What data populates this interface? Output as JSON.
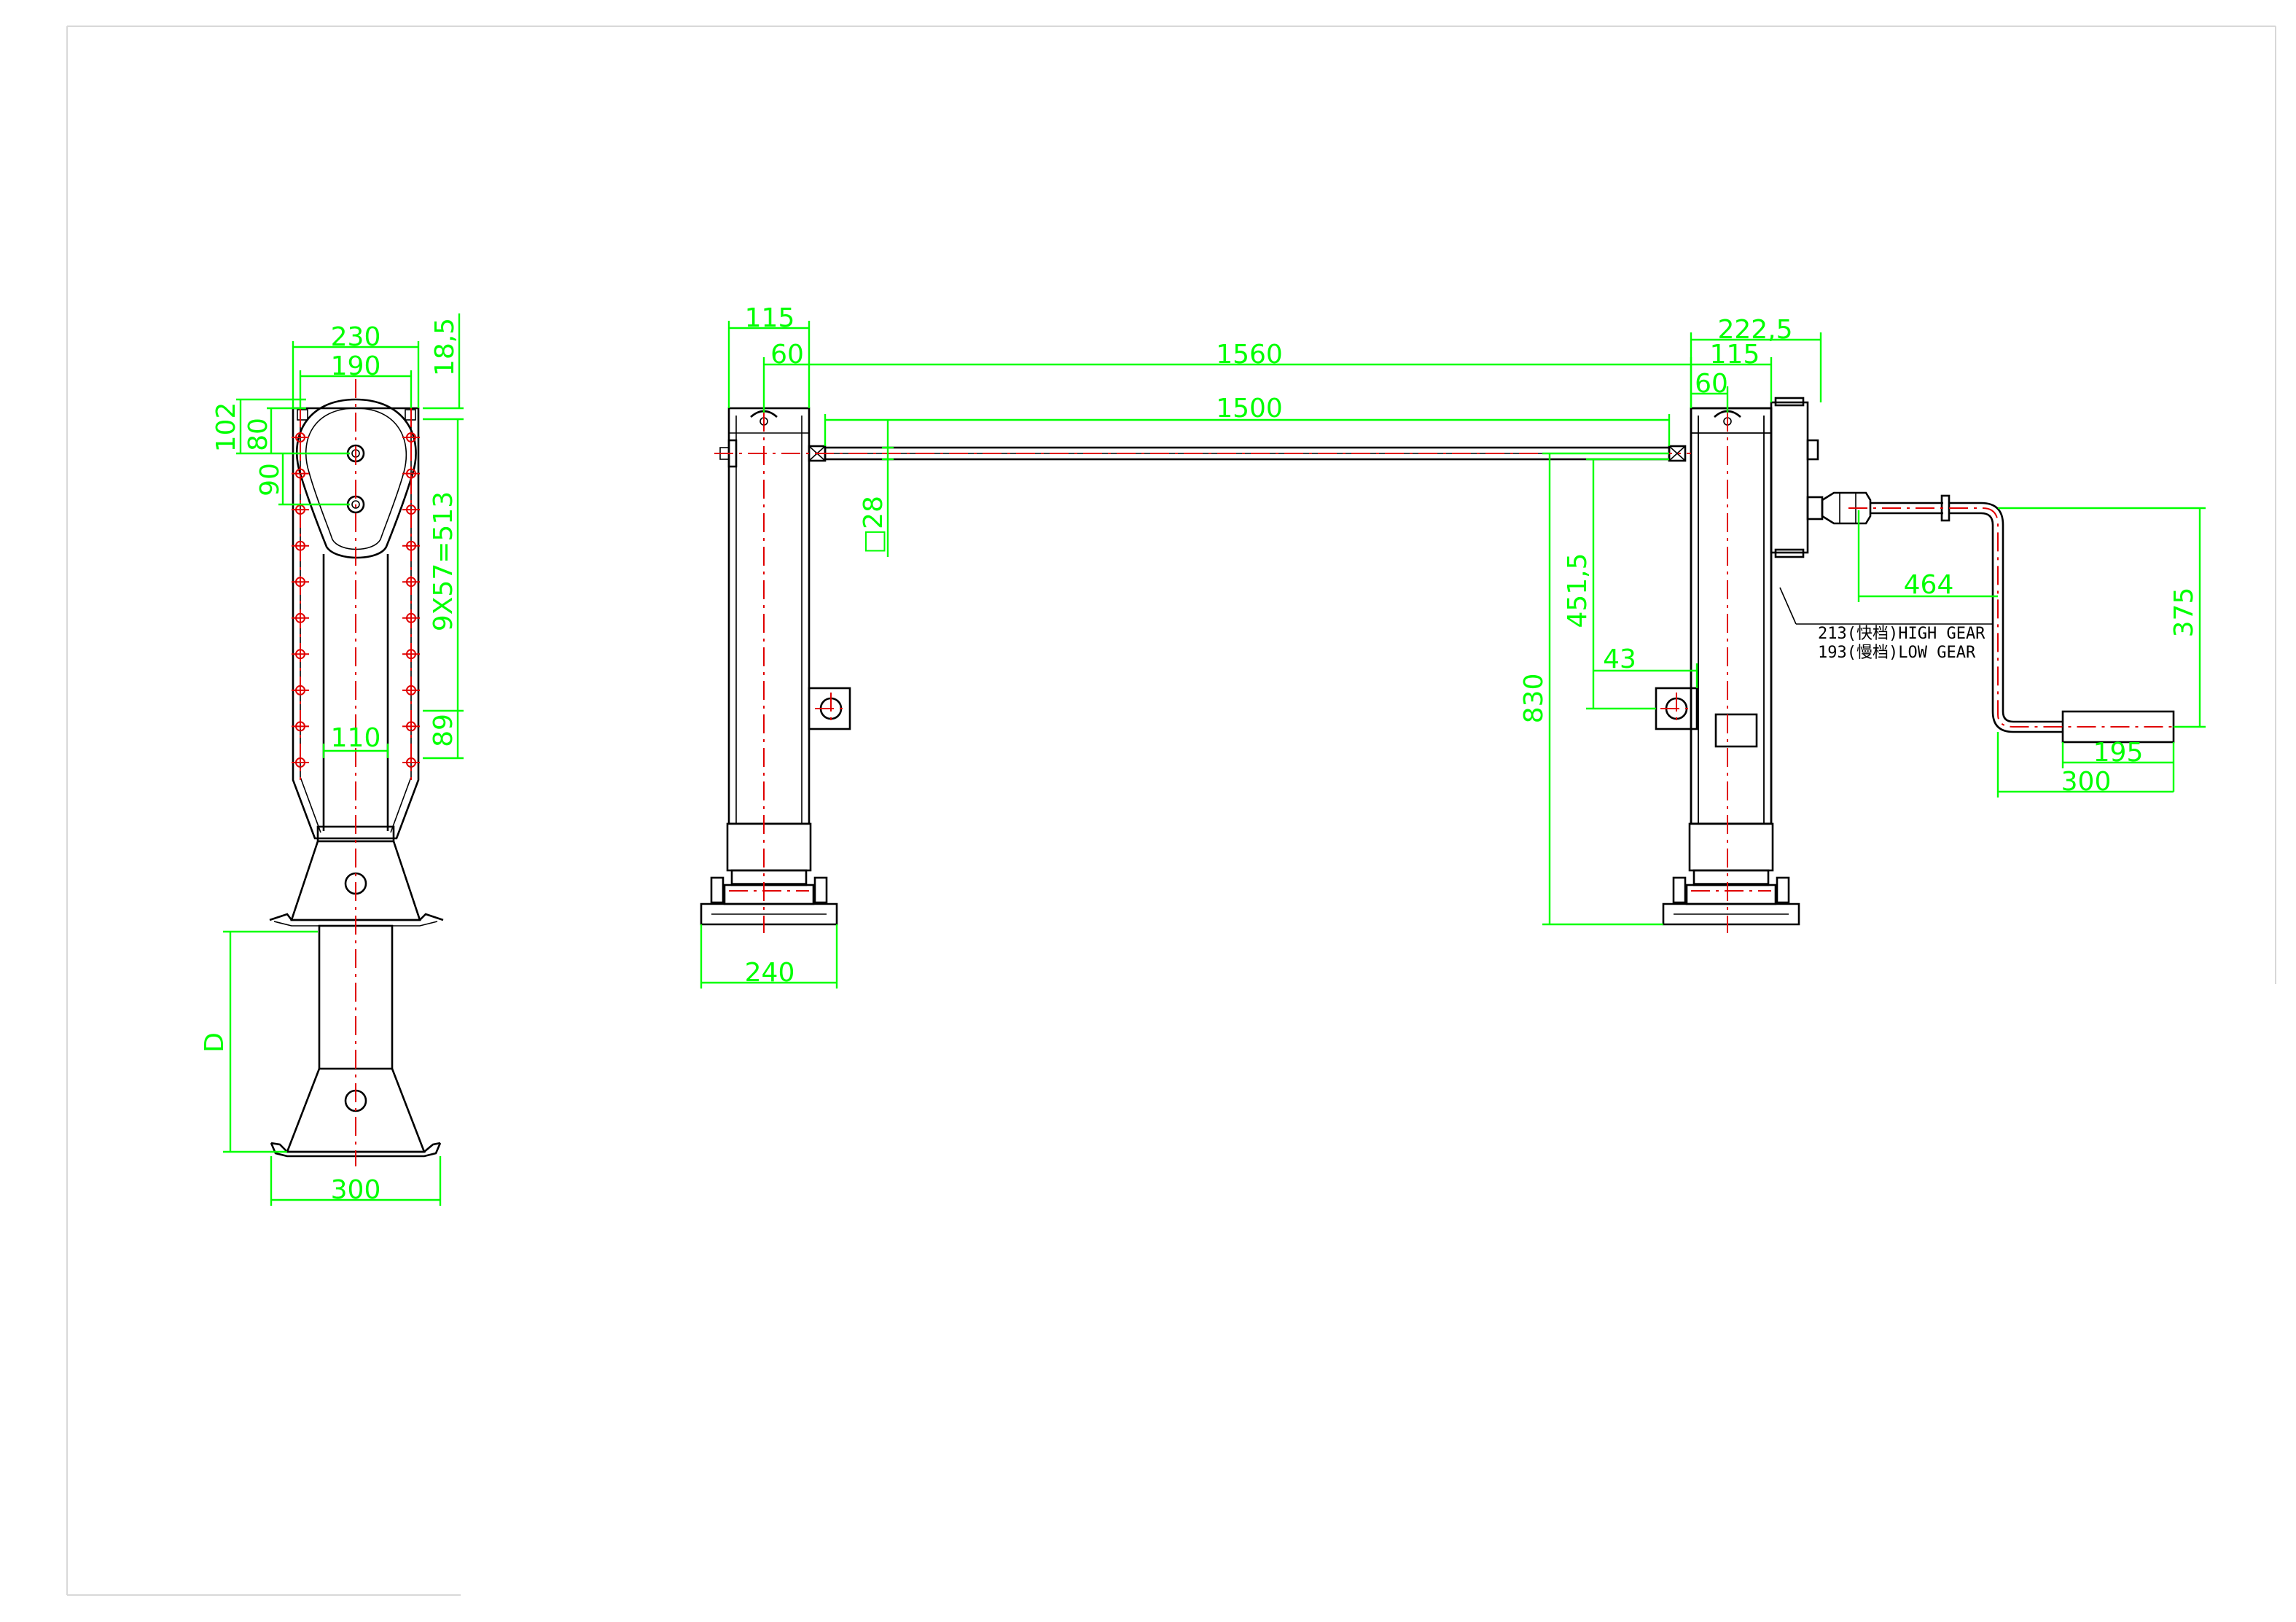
{
  "dimensions": {
    "side_view": {
      "width_230": "230",
      "width_190": "190",
      "offset_18_5": "18,5",
      "height_102": "102",
      "height_80": "80",
      "height_90": "90",
      "hole_pitch": "9X57=513",
      "bottom_89": "89",
      "center_110": "110",
      "travel_D": "D",
      "foot_300": "300"
    },
    "front_view": {
      "left_115": "115",
      "left_60": "60",
      "span_1560": "1560",
      "shaft_1500": "1500",
      "right_222_5": "222,5",
      "right_115": "115",
      "right_60": "60",
      "square_28": "□28",
      "height_451_5": "451,5",
      "offset_43": "43",
      "height_830": "830",
      "foot_240": "240",
      "crank_464": "464",
      "crank_375": "375",
      "crank_195": "195",
      "crank_300": "300"
    }
  },
  "notes": {
    "high_gear": "213(快档)HIGH GEAR",
    "low_gear": "193(慢档)LOW GEAR"
  },
  "colors": {
    "dimension": "#00ff00",
    "centerline": "#e00000",
    "outline": "#000000"
  }
}
